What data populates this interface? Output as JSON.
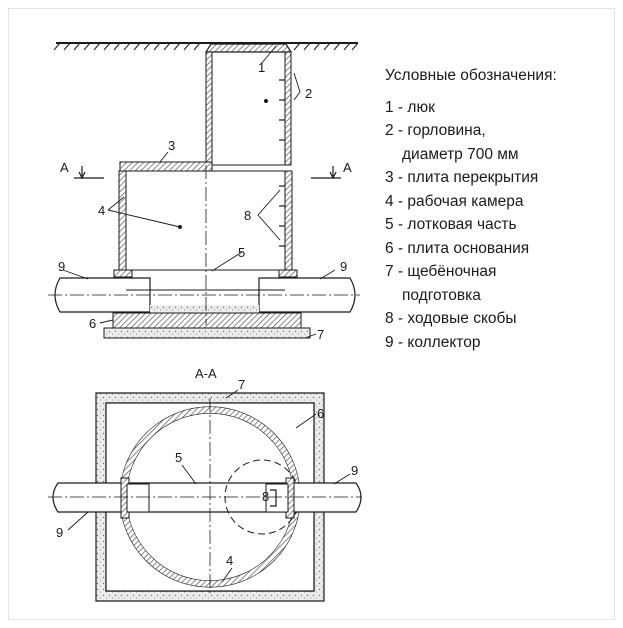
{
  "legend": {
    "title": "Условные обозначения:",
    "items": [
      {
        "num": "1",
        "text": "люк"
      },
      {
        "num": "2",
        "text": "горловина,",
        "cont": "диаметр 700 мм"
      },
      {
        "num": "3",
        "text": "плита перекрытия"
      },
      {
        "num": "4",
        "text": "рабочая камера"
      },
      {
        "num": "5",
        "text": "лотковая часть"
      },
      {
        "num": "6",
        "text": "плита основания"
      },
      {
        "num": "7",
        "text": "щебёночная",
        "cont": "подготовка"
      },
      {
        "num": "8",
        "text": "ходовые скобы"
      },
      {
        "num": "9",
        "text": "коллектор"
      }
    ]
  },
  "diagram": {
    "section_mark": "А",
    "section_title": "А-А",
    "callouts": [
      "1",
      "2",
      "3",
      "4",
      "5",
      "6",
      "7",
      "8",
      "9"
    ]
  },
  "colors": {
    "line": "#1a1a1a",
    "hatch": "#555555",
    "gravel": "#e6e6e6"
  }
}
